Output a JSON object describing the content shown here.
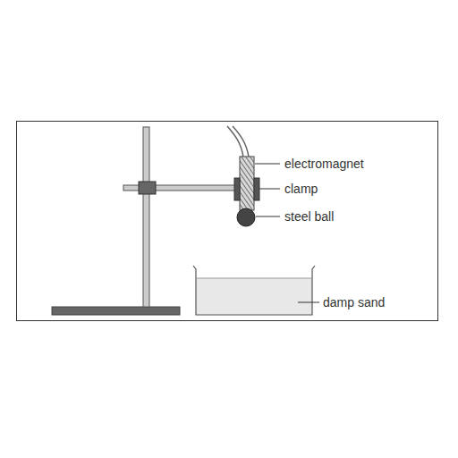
{
  "diagram": {
    "labels": [
      "electromagnet",
      "clamp",
      "steel ball",
      "damp sand"
    ]
  }
}
